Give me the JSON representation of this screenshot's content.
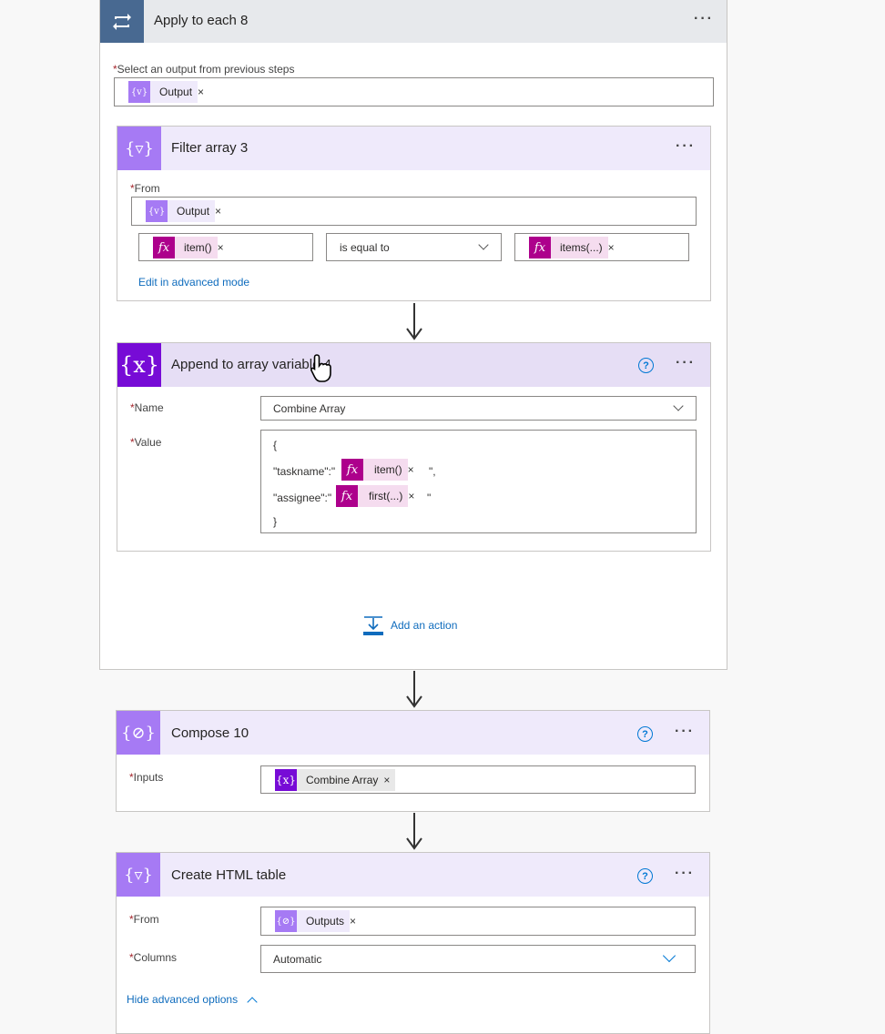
{
  "apply_each": {
    "title": "Apply to each 8",
    "select_label": "Select an output from previous steps",
    "token": "Output"
  },
  "filter": {
    "title": "Filter array 3",
    "from_label": "From",
    "from_token": "Output",
    "left_token": "item()",
    "operator": "is equal to",
    "right_token": "items(...)",
    "advanced_link": "Edit in advanced mode"
  },
  "append": {
    "title": "Append to array variable 4",
    "name_label": "Name",
    "name_value": "Combine Array",
    "value_label": "Value",
    "lines": {
      "open": "{",
      "taskname_key": "\"taskname\":\"",
      "taskname_token": "item()",
      "taskname_end": "\",",
      "assignee_key": "\"assignee\":\"",
      "assignee_token": "first(...)",
      "assignee_end": "\"",
      "close": "}"
    }
  },
  "add_action": "Add an action",
  "compose": {
    "title": "Compose 10",
    "inputs_label": "Inputs",
    "inputs_token": "Combine Array"
  },
  "html_table": {
    "title": "Create HTML table",
    "from_label": "From",
    "from_token": "Outputs",
    "columns_label": "Columns",
    "columns_value": "Automatic",
    "hide_advanced": "Hide advanced options"
  },
  "common": {
    "required_mark": "*",
    "more": "···",
    "remove": "×",
    "help": "?"
  },
  "colors": {
    "apply_icon_bg": "#486991",
    "var_icon": "#a67af4",
    "var_icon_dark": "#770bd6",
    "fx_icon": "#ad008c",
    "link": "#0f6cbd"
  }
}
